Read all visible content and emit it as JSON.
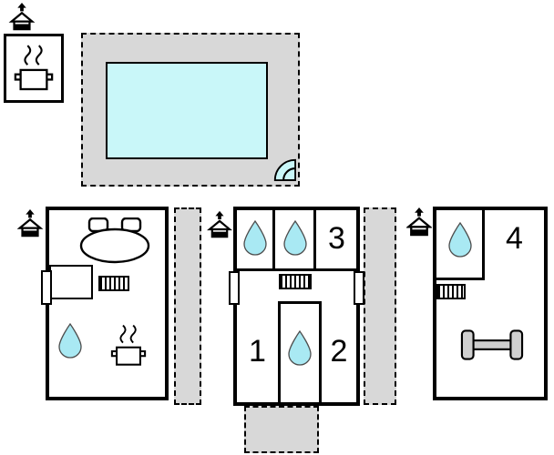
{
  "colors": {
    "background": "#ffffff",
    "terrace": "#d8d8d8",
    "pool": "#c9f7f9",
    "drop": "#a9e9f3",
    "equipment": "#d0d0d0",
    "wall": "#000000"
  },
  "labels": {
    "room1": "1",
    "room2": "2",
    "room3": "3",
    "room4": "4"
  },
  "icons": {
    "house_level": "house-with-up-arrow level indicator",
    "water_drop": "water drop (bath / shower)",
    "cooking_pot": "cooking pot with steam (kitchen)",
    "radiator": "radiator heating",
    "dumbbell": "dumbbell (fitness)",
    "dining_table": "oval table with two chairs",
    "corner_fan": "quarter-circle corner element"
  }
}
